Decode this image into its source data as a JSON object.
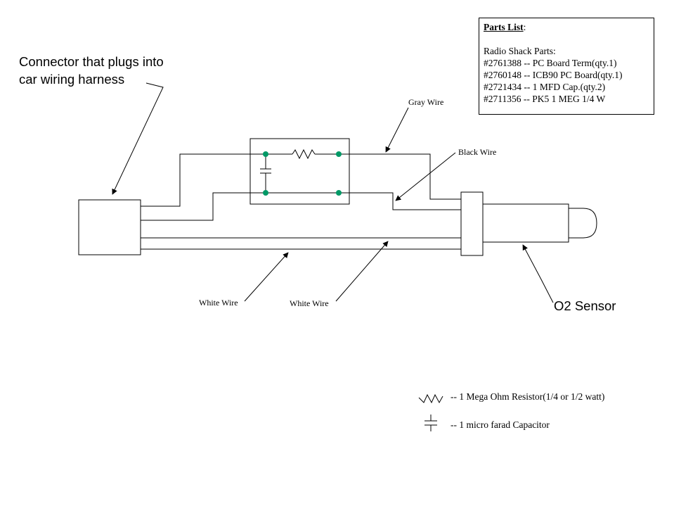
{
  "labels": {
    "connector_line1": "Connector that plugs into",
    "connector_line2": "car wiring harness",
    "gray_wire": "Gray Wire",
    "black_wire": "Black Wire",
    "white_wire_left": "White Wire",
    "white_wire_right": "White Wire",
    "o2_sensor": "O2 Sensor"
  },
  "parts_list": {
    "title": "Parts List",
    "title_suffix": ":",
    "heading": "Radio Shack Parts:",
    "items": [
      "#2761388 -- PC Board Term(qty.1)",
      "#2760148 -- ICB90 PC Board(qty.1)",
      "#2721434 -- 1 MFD Cap.(qty.2)",
      "#2711356 -- PK5 1 MEG 1/4 W"
    ]
  },
  "legend": {
    "resistor": "-- 1 Mega Ohm Resistor(1/4 or 1/2 watt)",
    "capacitor": "-- 1 micro farad Capacitor"
  },
  "colors": {
    "line": "#000000",
    "terminal": "#009966",
    "background": "#ffffff"
  }
}
